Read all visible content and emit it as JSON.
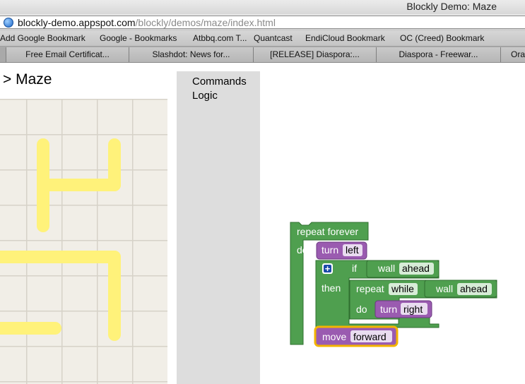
{
  "window": {
    "title": "Blockly Demo: Maze"
  },
  "address_bar": {
    "host": "blockly-demo.appspot.com",
    "path": "/blockly/demos/maze/index.html"
  },
  "bookmarks": [
    "Add Google Bookmark",
    "Google - Bookmarks",
    "Atbbq.com T...",
    "Quantcast",
    "EndiCloud Bookmark",
    "OC (Creed) Bookmark"
  ],
  "tabs": [
    "Free Email Certificat...",
    "Slashdot: News for...",
    "[RELEASE] Diaspora:...",
    "Diaspora - Freewar...",
    "Ora"
  ],
  "page": {
    "heading": "> Maze"
  },
  "toolbox": {
    "categories": [
      "Commands",
      "Logic"
    ]
  },
  "blocks": {
    "repeat_forever": {
      "label": "repeat forever",
      "do": "do"
    },
    "turn_left": {
      "label": "turn",
      "value": "left"
    },
    "if": {
      "label": "if",
      "then": "then"
    },
    "wall_ahead_1": {
      "label": "wall",
      "value": "ahead"
    },
    "repeat_while": {
      "label": "repeat",
      "value": "while"
    },
    "wall_ahead_2": {
      "label": "wall",
      "value": "ahead"
    },
    "inner_do": "do",
    "turn_right": {
      "label": "turn",
      "value": "right"
    },
    "move_forward": {
      "label": "move",
      "value": "forward"
    }
  },
  "colors": {
    "logic_green": "#4f9f4f",
    "action_purple": "#9a5bb0",
    "selected_outline": "#f4b400",
    "maze_path": "#fff27a"
  }
}
